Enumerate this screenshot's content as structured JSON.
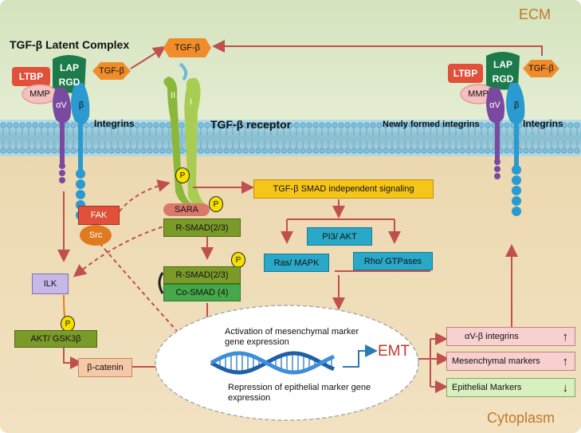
{
  "regions": {
    "ecm": "ECM",
    "cytoplasm": "Cytoplasm"
  },
  "latent_complex_title": "TGF-β Latent Complex",
  "tgfb": "TGF-β",
  "ltbp": "LTBP",
  "lap": "LAP",
  "rgd": "RGD",
  "mmp": "MMP",
  "alpha_v": "αV",
  "beta": "β",
  "integrins": "Integrins",
  "newly_formed_integrins": "Newly formed integrins",
  "receptor": {
    "label": "TGF-β receptor",
    "chain_ii": "II",
    "chain_i": "I"
  },
  "phospho": "P",
  "fak": "FAK",
  "src": "Src",
  "ilk": "ILK",
  "akt_gsk": "AKT/ GSK3β",
  "beta_catenin": "β-catenin",
  "sara": "SARA",
  "rsmad": "R-SMAD(2/3)",
  "cosmad": "Co-SMAD (4)",
  "smad_independent": "TGF-β SMAD independent signaling",
  "pi3_akt": "PI3/ AKT",
  "ras_mapk": "Ras/ MAPK",
  "rho_gtpases": "Rho/ GTPases",
  "nucleus": {
    "activation_text": "Activation of  mesenchymal marker gene expression",
    "repression_text": "Repression of epithelial marker gene expression",
    "emt": "EMT"
  },
  "outputs": [
    {
      "label": "αV-β integrins",
      "arrow": "↑"
    },
    {
      "label": "Mesenchymal markers",
      "arrow": "↑"
    },
    {
      "label": "Epithelial  Markers",
      "arrow": "↓"
    }
  ],
  "colors": {
    "ecm_bg": "#dbe6c4",
    "cytoplasm_bg": "#efdcb6",
    "ltbp": "#e0503a",
    "lap": "#1d7a4a",
    "tgfb": "#f08c2a",
    "alpha_v": "#7a4aa0",
    "beta": "#2a9ad0",
    "receptor": "#8cb83a",
    "smad": "#7a9a2a",
    "independent": "#f5c518",
    "pathway_box": "#2aa8c8",
    "arrow": "#c0504d",
    "emt": "#c0392b"
  }
}
